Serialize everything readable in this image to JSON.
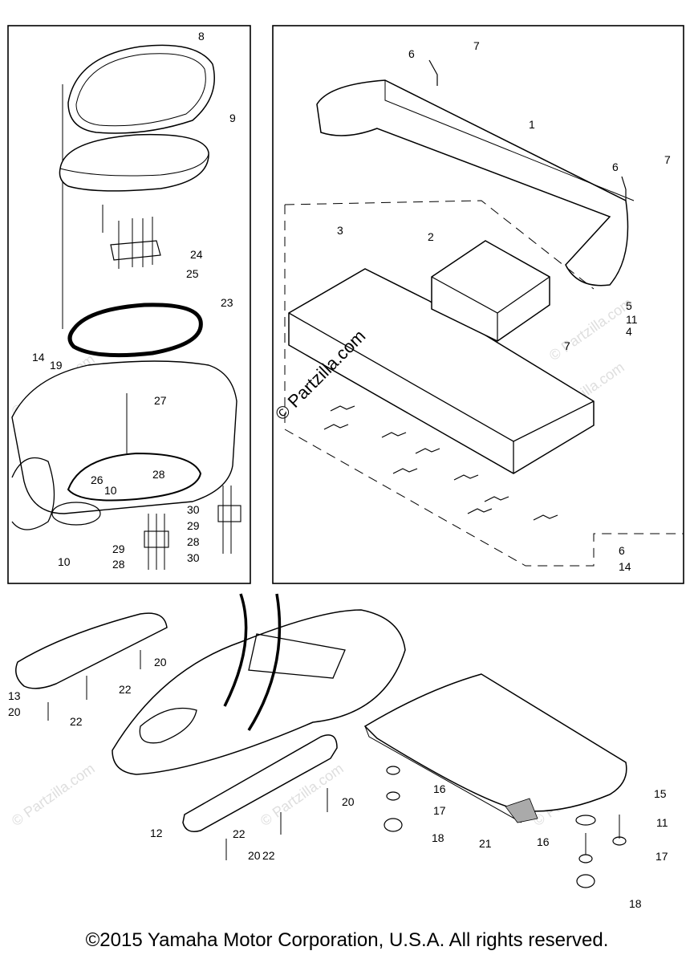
{
  "panels": {
    "left": {
      "callouts": [
        "8",
        "9",
        "24",
        "25",
        "23",
        "14",
        "19",
        "27",
        "26",
        "28",
        "10",
        "30",
        "29",
        "28",
        "29",
        "28",
        "30",
        "10"
      ]
    },
    "right": {
      "watermark": "© Partzilla.com",
      "callouts": [
        "6",
        "7",
        "1",
        "6",
        "7",
        "3",
        "2",
        "5",
        "11",
        "4",
        "7",
        "6",
        "14"
      ]
    },
    "bottom": {
      "callouts": [
        "20",
        "13",
        "22",
        "20",
        "22",
        "16",
        "15",
        "17",
        "11",
        "12",
        "20",
        "22",
        "20",
        "22",
        "18",
        "21",
        "16",
        "17",
        "18"
      ]
    }
  },
  "watermarks": [
    "© Partzilla.com",
    "© Partzilla.com",
    "© Partzilla.com",
    "© Partzilla.com",
    "© Partzilla.com",
    "© Partzilla.com"
  ],
  "footer": {
    "copyright": "©2015 Yamaha Motor Corporation, U.S.A. All rights reserved."
  }
}
